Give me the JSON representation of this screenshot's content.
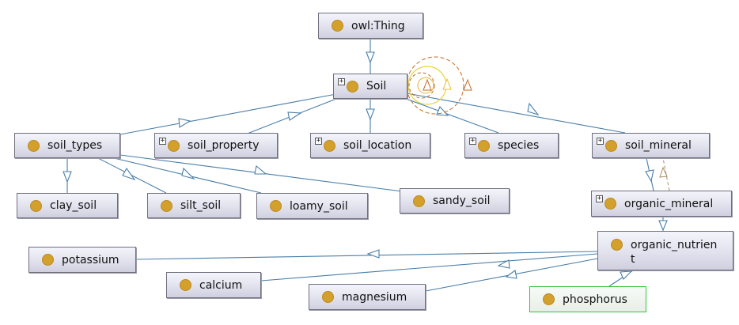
{
  "nodes": {
    "owl_thing": {
      "label": "owl:Thing"
    },
    "soil": {
      "label": "Soil"
    },
    "soil_types": {
      "label": "soil_types"
    },
    "soil_property": {
      "label": "soil_property"
    },
    "soil_location": {
      "label": "soil_location"
    },
    "species": {
      "label": "species"
    },
    "soil_mineral": {
      "label": "soil_mineral"
    },
    "clay_soil": {
      "label": "clay_soil"
    },
    "silt_soil": {
      "label": "silt_soil"
    },
    "loamy_soil": {
      "label": "loamy_soil"
    },
    "sandy_soil": {
      "label": "sandy_soil"
    },
    "organic_mineral": {
      "label": "organic_mineral"
    },
    "organic_nutrient": {
      "label": "organic_nutrien\nt"
    },
    "potassium": {
      "label": "potassium"
    },
    "calcium": {
      "label": "calcium"
    },
    "magnesium": {
      "label": "magnesium"
    },
    "phosphorus": {
      "label": "phosphorus"
    }
  },
  "colors": {
    "edge": "#4a7ea8",
    "class_dot": "#d4a02c",
    "selected_border": "#35c33a"
  }
}
